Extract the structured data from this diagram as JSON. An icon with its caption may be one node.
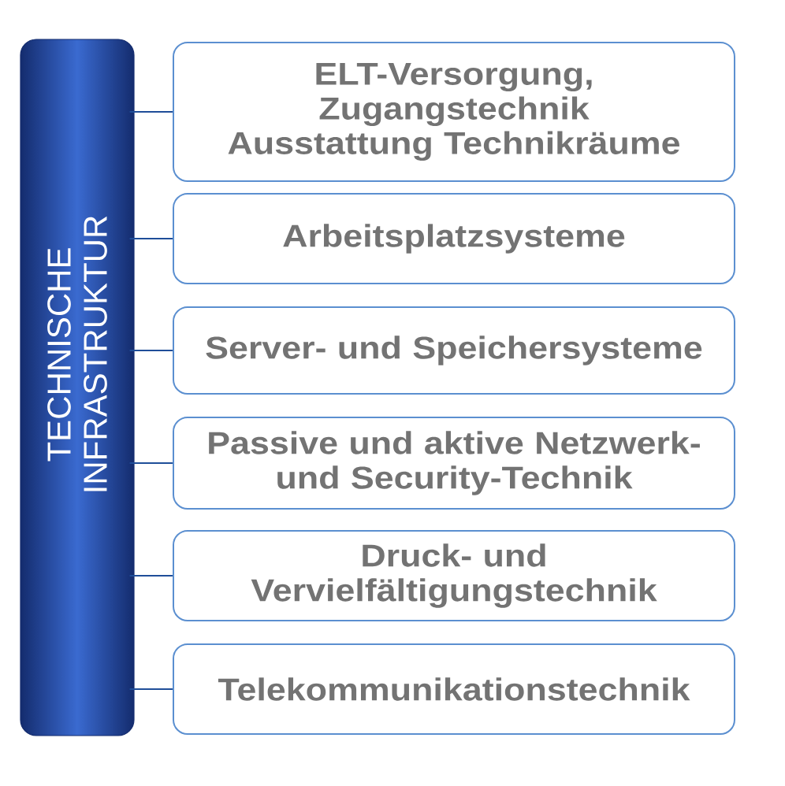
{
  "diagram": {
    "nodes": [
      {
        "text": [
          "TECHNISCHE INFRASTRUKTUR"
        ]
      },
      {
        "text": [
          "ELT-Versorgung, Zugangstechnik Ausstattung Technikräume"
        ]
      },
      {
        "text": [
          "Arbeitsplatzsysteme"
        ]
      },
      {
        "text": [
          "Server- und Speichersysteme"
        ]
      },
      {
        "text": [
          "Passive und aktive Netzwerk- und Security-Technik"
        ]
      },
      {
        "text": [
          "Druck- und Vervielfältigungstechnik"
        ]
      },
      {
        "text": [
          "Telekommunikationstechnik"
        ]
      }
    ],
    "edges": [
      {
        "from": 0,
        "to": 1,
        "arrow": "none"
      },
      {
        "from": 0,
        "to": 2,
        "arrow": "none"
      },
      {
        "from": 0,
        "to": 3,
        "arrow": "none"
      },
      {
        "from": 0,
        "to": 4,
        "arrow": "none"
      },
      {
        "from": 0,
        "to": 5,
        "arrow": "none"
      },
      {
        "from": 0,
        "to": 6,
        "arrow": "none"
      }
    ]
  }
}
